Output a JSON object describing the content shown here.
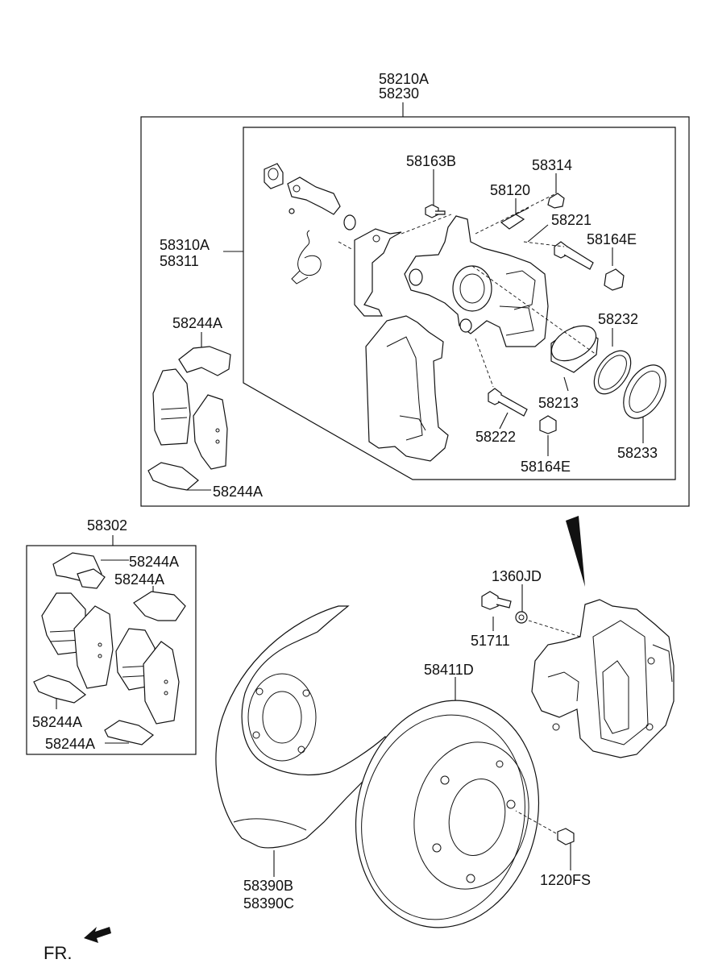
{
  "labels": {
    "assembly_a": "58210A",
    "assembly_b": "58230",
    "bracket_a": "58310A",
    "bracket_b": "58311",
    "bolt_58163b": "58163B",
    "bleeder_58314": "58314",
    "bleeder_58120": "58120",
    "guide_58221": "58221",
    "boot_58164e_top": "58164E",
    "seal_58232": "58232",
    "shim_58244a_top": "58244A",
    "piston_58213": "58213",
    "guide_58222": "58222",
    "seal_58233": "58233",
    "boot_58164e_bottom": "58164E",
    "shim_58244a_mid": "58244A",
    "padkit_58302": "58302",
    "shim_58244a_k1": "58244A",
    "shim_58244a_k2": "58244A",
    "shim_58244a_k3": "58244A",
    "shim_58244a_k4": "58244A",
    "washer_1360jd": "1360JD",
    "bolt_51711": "51711",
    "disc_58411d": "58411D",
    "shield_a": "58390B",
    "shield_b": "58390C",
    "screw_1220fs": "1220FS",
    "front": "FR."
  }
}
